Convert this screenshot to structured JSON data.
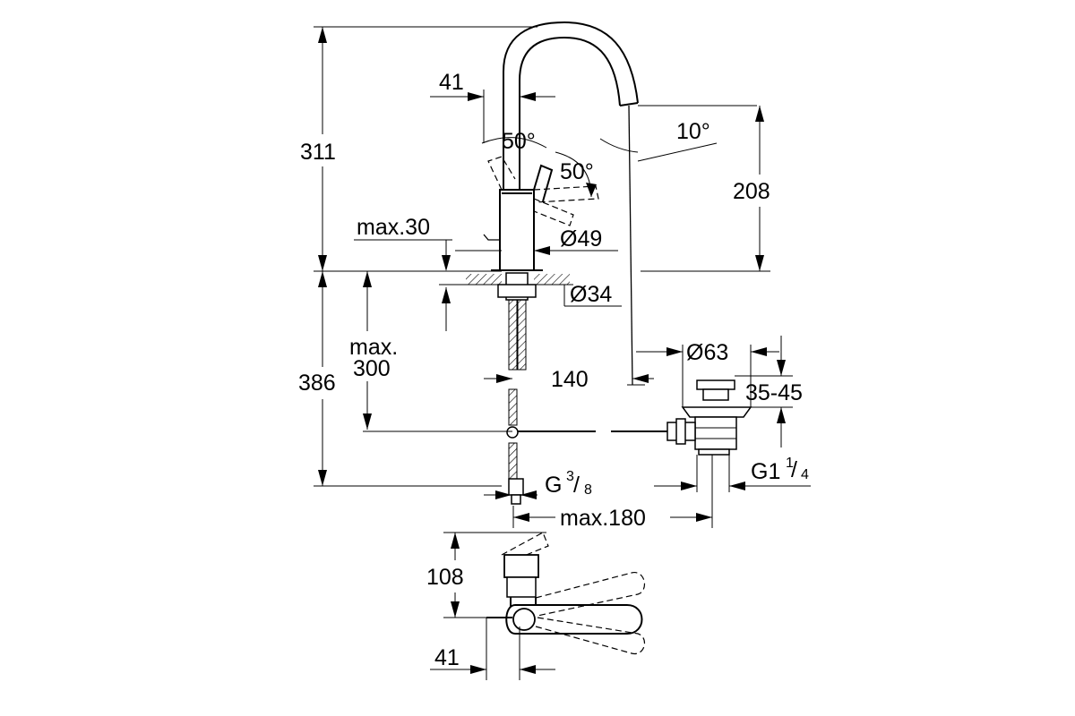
{
  "dimensions": {
    "total_height_above": "311",
    "total_height_below": "386",
    "handle_offset_top": "41",
    "lever_angle_front": "50°",
    "lever_angle_side": "50°",
    "spout_angle": "10°",
    "spout_height": "208",
    "max_deck_thickness": "max.30",
    "body_diameter": "Ø49",
    "hole_diameter": "Ø34",
    "max_rod_length_line1": "max.",
    "max_rod_length_line2": "300",
    "spout_reach": "140",
    "waste_diameter": "Ø63",
    "waste_range": "35-45",
    "waste_thread_main": "G1",
    "waste_thread_num": "1",
    "waste_thread_den": "4",
    "supply_thread_main": "G",
    "supply_thread_num": "3",
    "supply_thread_den": "8",
    "max_horizontal": "max.180",
    "plan_depth": "108",
    "plan_offset": "41"
  }
}
